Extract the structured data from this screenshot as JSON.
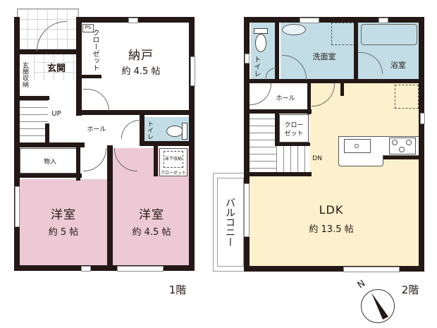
{
  "floor1": {
    "label": "1階",
    "rooms": {
      "storage_room": {
        "name": "納戸",
        "size": "約 4.5 帖"
      },
      "western1": {
        "name": "洋室",
        "size": "約 5 帖"
      },
      "western2": {
        "name": "洋室",
        "size": "約 4.5 帖"
      },
      "entrance": {
        "name": "玄関"
      },
      "entrance_storage": {
        "name": "玄関収納"
      },
      "closet": {
        "name": "クローゼット"
      },
      "ps": {
        "name": "PS"
      },
      "hall": {
        "name": "ホール"
      },
      "toilet": {
        "name": "トイレ"
      },
      "storeroom": {
        "name": "物入"
      },
      "underfloor": {
        "name": "床下収納"
      },
      "small_closet": {
        "name": "クローゼット"
      },
      "stairs_label": "UP"
    }
  },
  "floor2": {
    "label": "2階",
    "rooms": {
      "ldk": {
        "name": "LDK",
        "size": "約 13.5 帖"
      },
      "washroom": {
        "name": "洗面室"
      },
      "bathroom": {
        "name": "浴室"
      },
      "toilet": {
        "name": "トイレ"
      },
      "hall": {
        "name": "ホール"
      },
      "closet": {
        "name": "クローゼット",
        "line1": "クロー",
        "line2": "ゼット"
      },
      "balcony": {
        "name": "バルコニー"
      },
      "stairs_label": "DN"
    }
  },
  "compass": {
    "north_label": "N"
  },
  "colors": {
    "wall": "#231815",
    "western_room": "#ecc9d5",
    "wet_area": "#c2dde6",
    "ldk": "#fdf0cc"
  }
}
